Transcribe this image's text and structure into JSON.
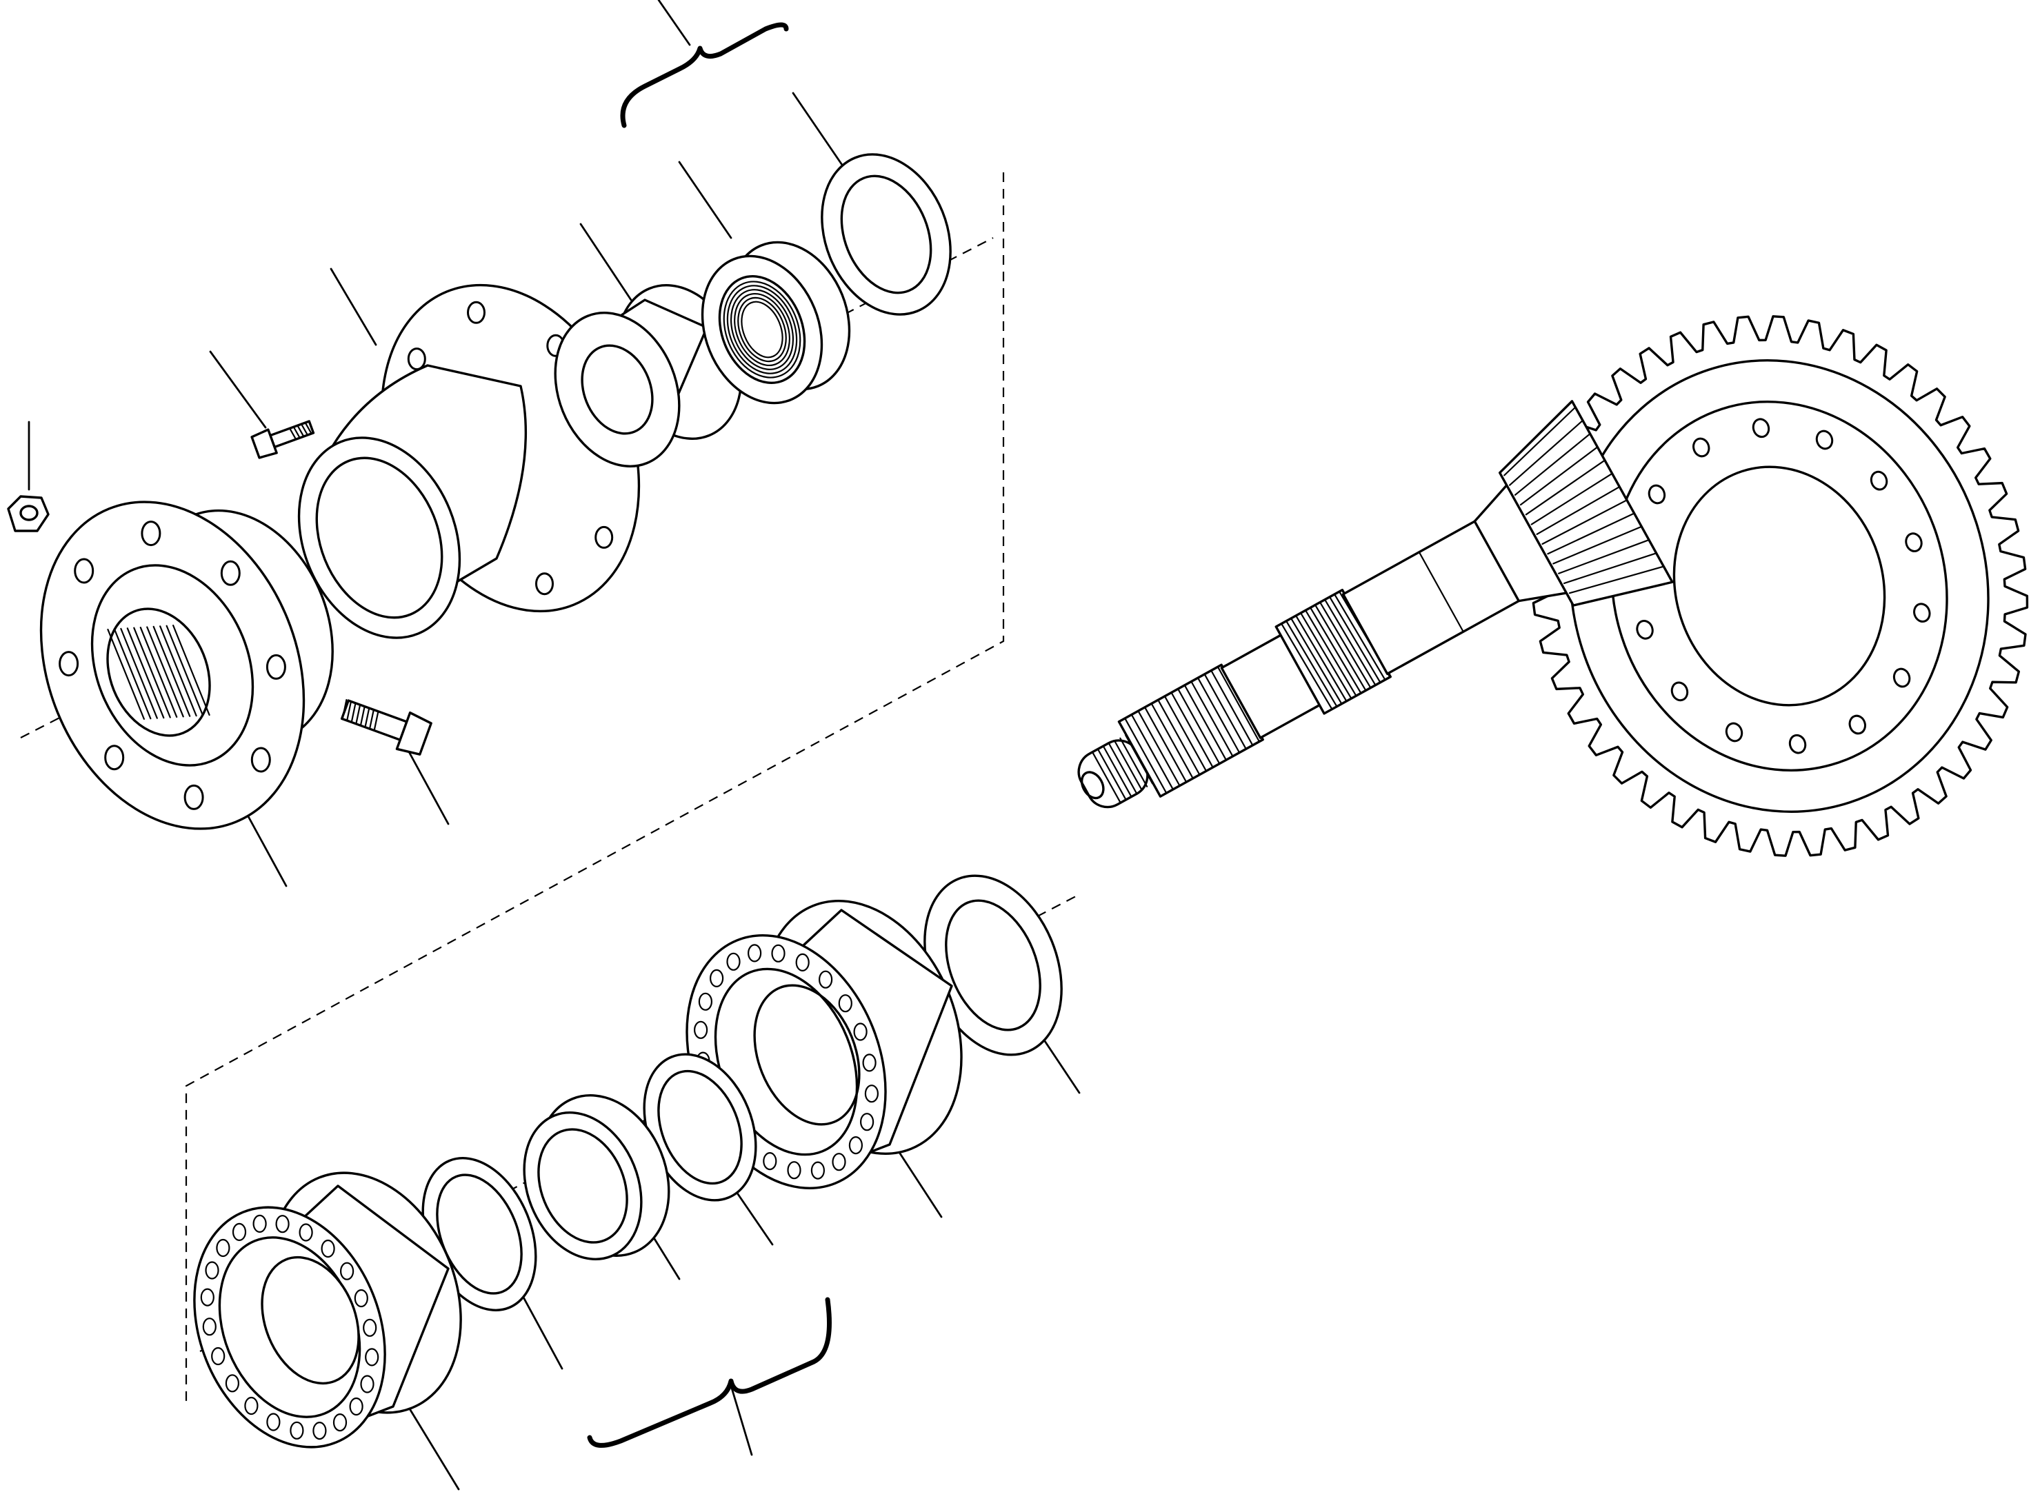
{
  "diagram": {
    "type": "exploded-parts-view",
    "background": "#ffffff",
    "ink": "#000000",
    "labels": [],
    "parts": [
      {
        "id": "nut",
        "name": "hex-nut"
      },
      {
        "id": "flange",
        "name": "yoke-flange"
      },
      {
        "id": "bolt-lower",
        "name": "hex-bolt"
      },
      {
        "id": "bolt-upper",
        "name": "hex-bolt"
      },
      {
        "id": "housing",
        "name": "bearing-housing"
      },
      {
        "id": "bearing-upper",
        "name": "cone-bearing"
      },
      {
        "id": "ring-nut",
        "name": "slotted-ring-nut"
      },
      {
        "id": "tab-washer",
        "name": "tab-washer"
      },
      {
        "id": "pinion-shaft",
        "name": "bevel-pinion-shaft"
      },
      {
        "id": "crown-wheel",
        "name": "crown-wheel"
      },
      {
        "id": "shim-right",
        "name": "shim"
      },
      {
        "id": "bearing-mid",
        "name": "roller-bearing"
      },
      {
        "id": "shim-mid",
        "name": "shim"
      },
      {
        "id": "spacer",
        "name": "spacer"
      },
      {
        "id": "shim-left",
        "name": "shim"
      },
      {
        "id": "bearing-lower",
        "name": "roller-bearing"
      }
    ]
  }
}
